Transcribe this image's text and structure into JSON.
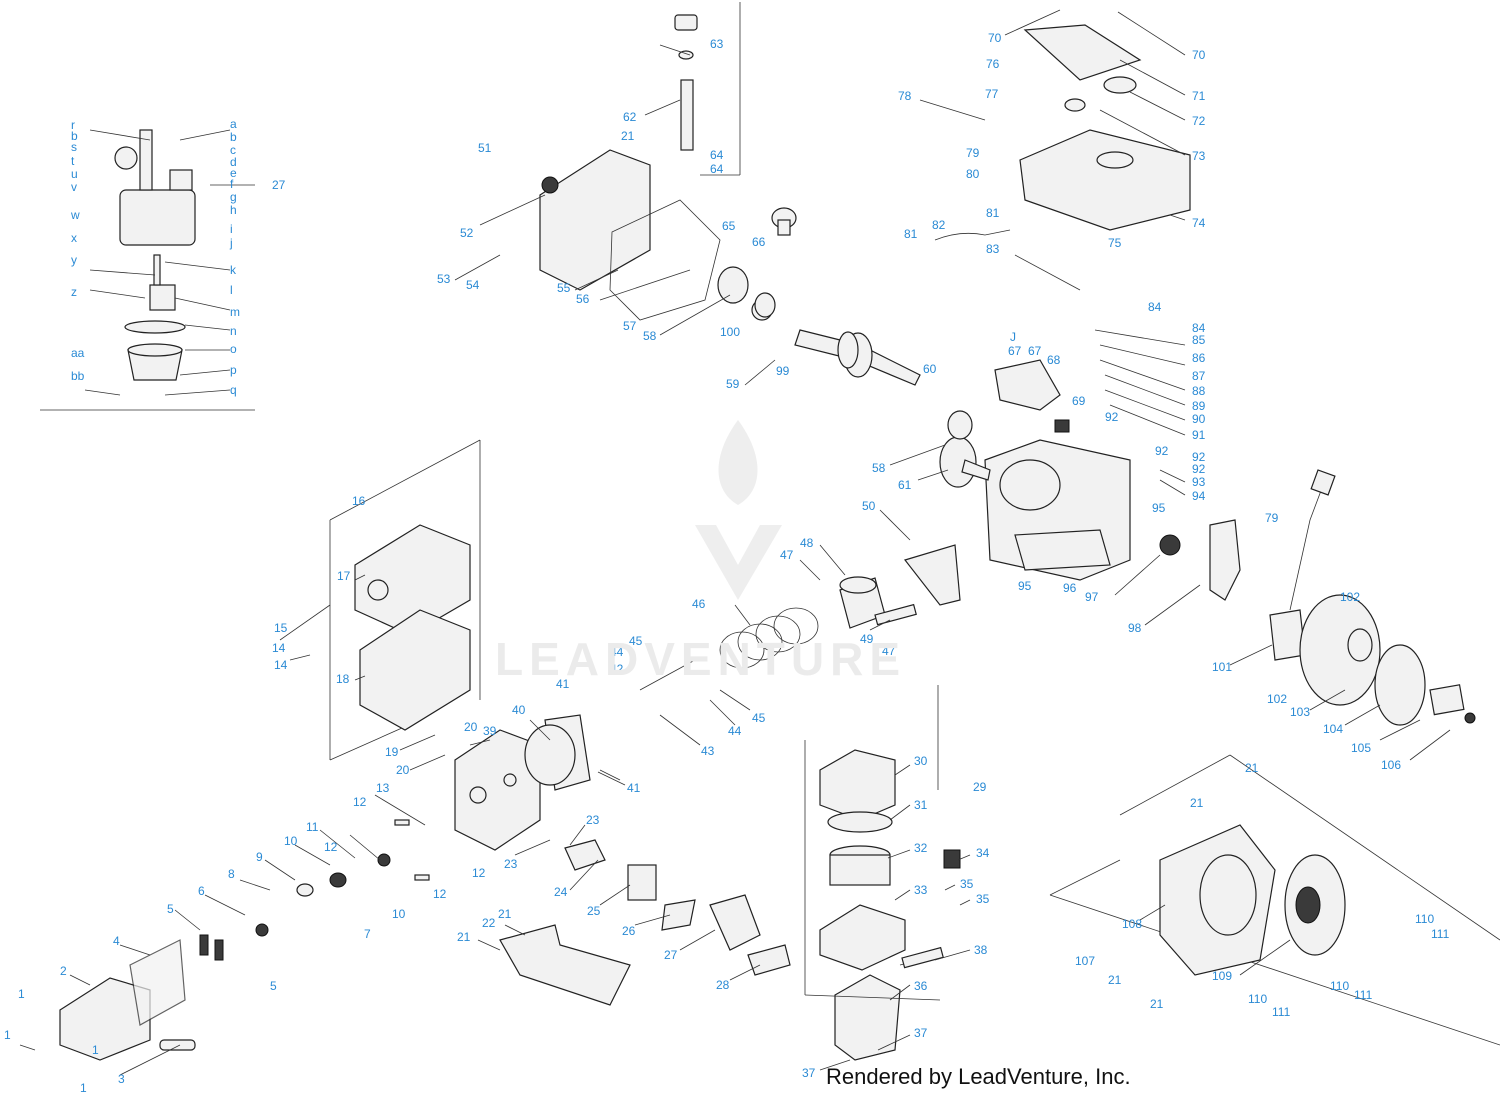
{
  "footer": "Rendered by LeadVenture, Inc.",
  "watermark": "LEADVENTURE",
  "accent_color": "#2a8ad4",
  "parts": {
    "p1": "1",
    "p2": "2",
    "p3": "3",
    "p4": "4",
    "p5": "5",
    "p6": "6",
    "p7": "7",
    "p8": "8",
    "p9": "9",
    "p10": "10",
    "p11": "11",
    "p12": "12",
    "p13": "13",
    "p14": "14",
    "p15": "15",
    "p16": "16",
    "p17": "17",
    "p18": "18",
    "p19": "19",
    "p20": "20",
    "p21": "21",
    "p22": "22",
    "p23": "23",
    "p24": "24",
    "p25": "25",
    "p26": "26",
    "p27": "27",
    "p28": "28",
    "p29": "29",
    "p30": "30",
    "p31": "31",
    "p32": "32",
    "p33": "33",
    "p34": "34",
    "p35": "35",
    "p36": "36",
    "p37": "37",
    "p38": "38",
    "p39": "39",
    "p40": "40",
    "p41": "41",
    "p42": "42",
    "p43": "43",
    "p44": "44",
    "p45": "45",
    "p46": "46",
    "p47": "47",
    "p48": "48",
    "p49": "49",
    "p50": "50",
    "p51": "51",
    "p52": "52",
    "p53": "53",
    "p54": "54",
    "p55": "55",
    "p56": "56",
    "p57": "57",
    "p58": "58",
    "p59": "59",
    "p60": "60",
    "p61": "61",
    "p62": "62",
    "p63": "63",
    "p64": "64",
    "p65": "65",
    "p66": "66",
    "p67": "67",
    "p68": "68",
    "p69": "69",
    "p70": "70",
    "p71": "71",
    "p72": "72",
    "p73": "73",
    "p74": "74",
    "p75": "75",
    "p76": "76",
    "p77": "77",
    "p78": "78",
    "p79": "79",
    "p80": "80",
    "p81": "81",
    "p82": "82",
    "p83": "83",
    "p84": "84",
    "p85": "85",
    "p86": "86",
    "p87": "87",
    "p88": "88",
    "p89": "89",
    "p90": "90",
    "p91": "91",
    "p92": "92",
    "p93": "93",
    "p94": "94",
    "p95": "95",
    "p96": "96",
    "p97": "97",
    "p98": "98",
    "p99": "99",
    "p100": "100",
    "p101": "101",
    "p102": "102",
    "p103": "103",
    "p104": "104",
    "p105": "105",
    "p106": "106",
    "p107": "107",
    "p108": "108",
    "p109": "109",
    "p110": "110",
    "p111": "111",
    "pJ": "J"
  },
  "carb_parts": {
    "a": "a",
    "b": "b",
    "c": "c",
    "d": "d",
    "e": "e",
    "f": "f",
    "g": "g",
    "h": "h",
    "i": "i",
    "j": "j",
    "k": "k",
    "l": "l",
    "m": "m",
    "n": "n",
    "o": "o",
    "p": "p",
    "q": "q",
    "r": "r",
    "s": "s",
    "t": "t",
    "u": "u",
    "v": "v",
    "w": "w",
    "x": "x",
    "y": "y",
    "z": "z",
    "aa": "aa",
    "bb": "bb"
  }
}
